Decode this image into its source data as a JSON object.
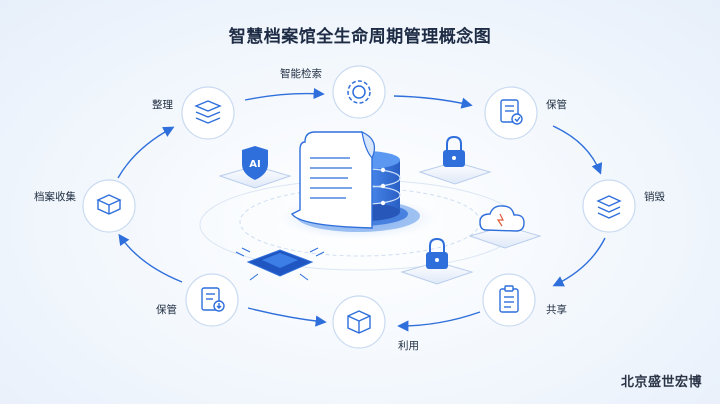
{
  "title": "智慧档案馆全生命周期管理概念图",
  "brand": "北京盛世宏博",
  "nodes": {
    "zhengli": "整理",
    "zhineng_jiansuo": "智能检索",
    "baoguan_top": "保管",
    "dangan_shouji": "档案收集",
    "xiaohui": "销毁",
    "baoguan_bottom": "保管",
    "liyong": "利用",
    "gongxiang": "共享"
  },
  "center": {
    "ai_badge": "AI"
  },
  "colors": {
    "accent": "#2f6fdb",
    "accent_light": "#cfe0f8",
    "ring": "#dbe6f4",
    "text": "#1f2d40"
  }
}
